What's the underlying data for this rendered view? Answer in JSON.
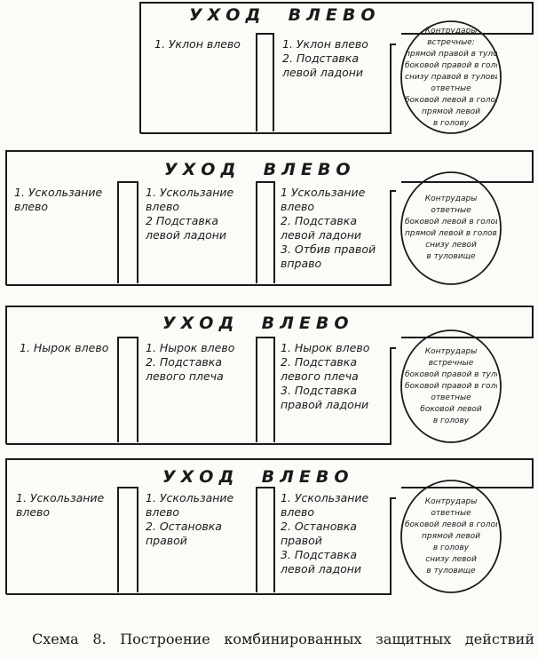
{
  "schemes": [
    {
      "header": "УХОД  ВЛЕВО",
      "columns": [
        [
          "1. Уклон влево"
        ],
        [
          "1. Уклон влево",
          "2. Подставка\nлевой ладони"
        ]
      ],
      "circle": [
        "Контрудары",
        "встречные:",
        "прямой правой в туловище",
        "боковой правой в голову,",
        "снизу правой в туловище.",
        "ответные",
        "боковой левой в голову",
        "прямой левой",
        "в голову"
      ]
    },
    {
      "header": "УХОД  ВЛЕВО",
      "columns": [
        [
          "1. Ускользание\nвлево"
        ],
        [
          "1. Ускользание\nвлево",
          "2  Подставка\nлевой ладони"
        ],
        [
          "1  Ускользание\nвлево",
          "2. Подставка\nлевой ладони",
          "3. Отбив правой\nвправо"
        ]
      ],
      "circle": [
        "Контрудары",
        "ответные",
        "боковой левой в голову,",
        "прямой левой в голову,",
        "снизу левой",
        "в туловище"
      ]
    },
    {
      "header": "УХОД  ВЛЕВО",
      "columns": [
        [
          "1. Нырок влево"
        ],
        [
          "1. Нырок влево",
          "2. Подставка\nлевого плеча"
        ],
        [
          "1. Нырок влево",
          "2. Подставка\nлевого плеча",
          "3. Подставка\nправой ладони"
        ]
      ],
      "circle": [
        "Контрудары",
        "встречные",
        "боковой правой в туловище",
        "боковой правой в голову.",
        "ответные",
        "боковой левой",
        "в голову"
      ]
    },
    {
      "header": "УХОД  ВЛЕВО",
      "columns": [
        [
          "1. Ускользание\nвлево"
        ],
        [
          "1. Ускользание\nвлево",
          "2. Остановка\nправой"
        ],
        [
          "1. Ускользание\nвлево",
          "2. Остановка\nправой",
          "3. Подставка\nлевой ладони"
        ]
      ],
      "circle": [
        "Контрудары",
        "ответные",
        "боковой левой в голову,",
        "прямой левой",
        "в голову",
        "снизу левой",
        "в туловище"
      ]
    }
  ],
  "caption": "Схема 8. Построение комбинированных защитных действий"
}
